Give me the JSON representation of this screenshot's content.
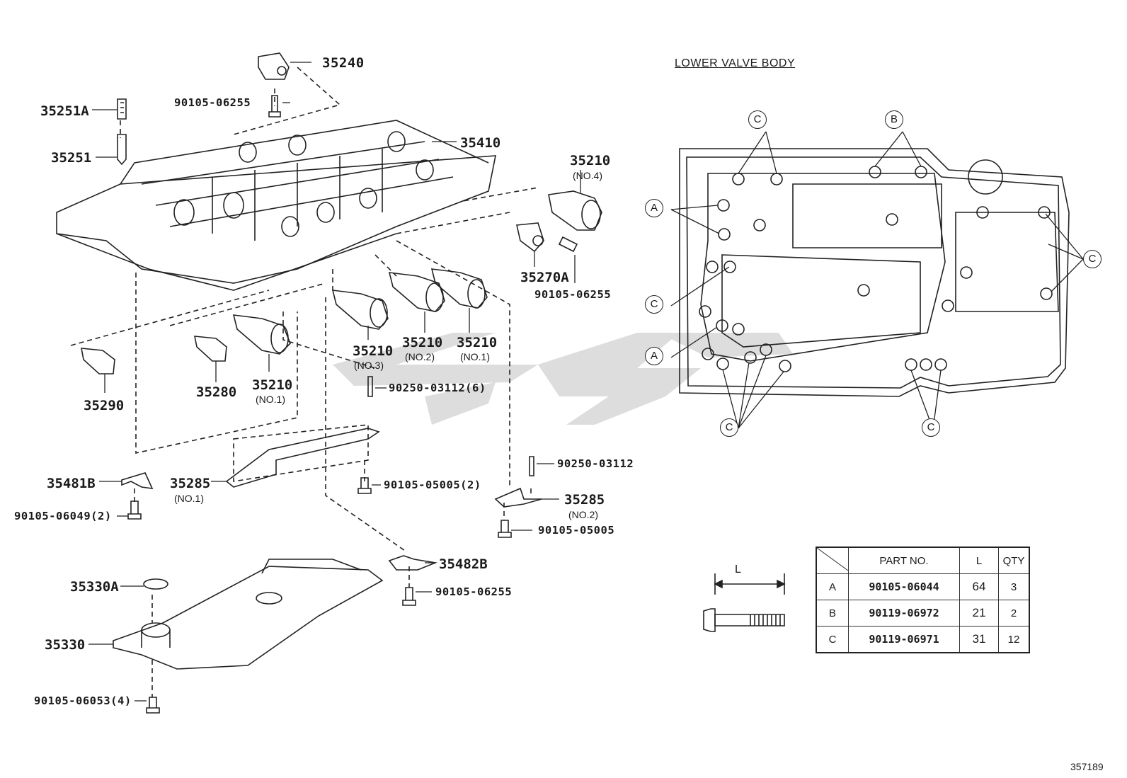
{
  "lower_valve_body": {
    "header": "LOWER VALVE BODY",
    "callouts": {
      "a": "A",
      "b": "B",
      "c": "C"
    }
  },
  "parts": {
    "p35240": "35240",
    "p90105_06255_top": "90105-06255",
    "p35251A": "35251A",
    "p35251": "35251",
    "p35410": "35410",
    "p35210_no4": "35210",
    "no4": "(NO.4)",
    "p35270A": "35270A",
    "p90105_06255_mid": "90105-06255",
    "p35210_no3": "35210",
    "no3": "(NO.3)",
    "p35210_no2": "35210",
    "no2": "(NO.2)",
    "p35210_no1_right": "35210",
    "no1_right": "(NO.1)",
    "p35210_no1_left": "35210",
    "no1_left": "(NO.1)",
    "p35280": "35280",
    "p35290": "35290",
    "p90250_03112_6": "90250-03112(6)",
    "p90250_03112": "90250-03112",
    "p35481B": "35481B",
    "p35285_no1": "35285",
    "no1_plate": "(NO.1)",
    "p90105_05005_2": "90105-05005(2)",
    "p35285_no2": "35285",
    "no2_plate": "(NO.2)",
    "p90105_06049_2": "90105-06049(2)",
    "p90105_05005": "90105-05005",
    "p35482B": "35482B",
    "p90105_06255_low": "90105-06255",
    "p35330A": "35330A",
    "p35330": "35330",
    "p90105_06053_4": "90105-06053(4)"
  },
  "bolt_spec": {
    "length_label": "L",
    "headers": [
      "PART NO.",
      "L",
      "QTY"
    ],
    "rows": [
      {
        "key": "A",
        "part_no": "90105-06044",
        "l": "64",
        "qty": "3"
      },
      {
        "key": "B",
        "part_no": "90119-06972",
        "l": "21",
        "qty": "2"
      },
      {
        "key": "C",
        "part_no": "90119-06971",
        "l": "31",
        "qty": "12"
      }
    ]
  },
  "figure_number": "357189",
  "watermark_color": "#c8c8c8",
  "line_color": "#222222"
}
